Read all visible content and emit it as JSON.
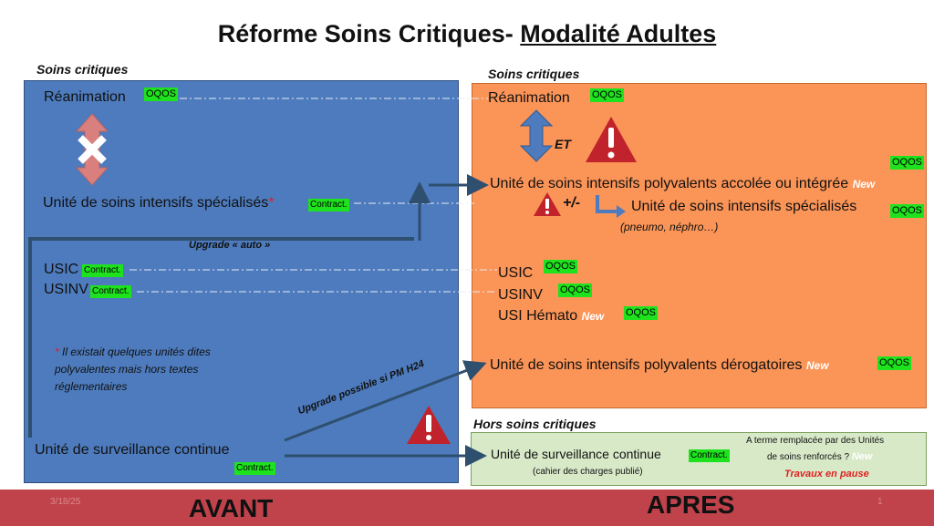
{
  "title": {
    "prefix": "Réforme Soins Critiques- ",
    "underlined": "Modalité Adultes"
  },
  "left": {
    "section_label": "Soins critiques",
    "reanimation": "Réanimation",
    "reanimation_badge": "OQOS",
    "usis_label": "Unité de soins intensifs spécialisés",
    "usis_star": "*",
    "usis_badge": "Contract.",
    "upgrade_auto": "Upgrade « auto »",
    "usic": "USIC",
    "usic_badge": "Contract.",
    "usinv": "USINV",
    "usinv_badge": "Contract.",
    "note_star": "*",
    "note_text": "Il existait quelques unités dites polyvalentes mais hors textes réglementaires",
    "usc": "Unité de surveillance continue",
    "usc_badge": "Contract.",
    "upgrade_possible": "Upgrade possible si PM H24"
  },
  "right": {
    "section_label": "Soins critiques",
    "reanimation": "Réanimation",
    "reanimation_badge": "OQOS",
    "et": "ET",
    "usip_label": "Unité de soins intensifs polyvalents accolée ou intégrée",
    "usip_new": "New",
    "usip_badge": "OQOS",
    "plus_minus": "+/-",
    "usis_label": "Unité de soins intensifs spécialisés",
    "usis_sub": "(pneumo, néphro…)",
    "usis_badge": "OQOS",
    "usic": "USIC",
    "usic_badge": "OQOS",
    "usinv": "USINV",
    "usinv_badge": "OQOS",
    "usih": "USI Hémato",
    "usih_new": "New",
    "usih_badge": "OQOS",
    "derog_label": "Unité de soins intensifs polyvalents dérogatoires",
    "derog_new": "New",
    "derog_badge": "OQOS"
  },
  "hors": {
    "section_label": "Hors soins critiques",
    "usc": "Unité de surveillance continue",
    "usc_badge": "Contract.",
    "usc_sub": "(cahier des charges publié)",
    "terme_line1": "A terme remplacée par des Unités",
    "terme_line2": "de soins renforcés ?",
    "terme_new": "New",
    "travaux": "Travaux en pause"
  },
  "footer": {
    "date": "3/18/25",
    "avant": "AVANT",
    "apres": "APRES",
    "page": "1"
  },
  "colors": {
    "left_panel": "#4d7bbd",
    "right_panel": "#fb9457",
    "hors_panel": "#d8e9c8",
    "badge": "#1ee21e",
    "footer": "#c0424a",
    "arrow": "#2f4f6f"
  }
}
